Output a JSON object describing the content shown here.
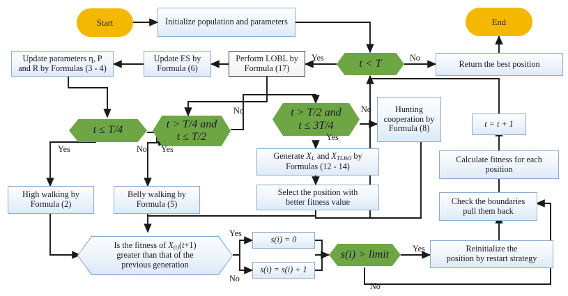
{
  "diagram": {
    "title": "Improved algorithm flowchart",
    "colors": {
      "terminator_fill": "#F5B800",
      "process_fill": "#EAF2FA",
      "process_border": "#8BADD1",
      "decision_green": "#6FA644",
      "decision_blue_fill": "#E7F0F9",
      "line": "#1a1a1a"
    }
  },
  "nodes": {
    "start": "Start",
    "init": "Initialize  population and parameters",
    "end": "End",
    "return_best": "Return the best position",
    "update_params_l1": "Update parameters η, P",
    "update_params_l2": "and R by Formulas (3 - 4)",
    "update_es_l1": "Update ES by",
    "update_es_l2": "Formula (6)",
    "perform_lobl_l1": "Perform LOBL by",
    "perform_lobl_l2": "Formula (17)",
    "cond_t_lt_T": "t < T",
    "cond_t_le_T4": "t ≤ T/4",
    "cond_t_gt_T4_l1": "t > T/4 and",
    "cond_t_gt_T4_l2": "t ≤ T/2",
    "cond_t_gt_T2_l1": "t > T/2 and",
    "cond_t_gt_T2_l2": "t ≤ 3T/4",
    "hunting_l1": "Hunting",
    "hunting_l2": "cooperation by",
    "hunting_l3": "Formula (8)",
    "t_increment": "t = t + 1",
    "calc_fitness_l1": "Calculate fitness for each",
    "calc_fitness_l2": "position",
    "check_bounds_l1": "Check the boundaries",
    "check_bounds_l2": "pull them back",
    "high_walk_l1": "High walking by",
    "high_walk_l2": "Formula (2)",
    "belly_walk_l1": "Belly walking by",
    "belly_walk_l2": "Formula (5)",
    "generate_l1": "Generate XL and XTLBO by",
    "generate_l2": "Formulas (12 - 14)",
    "select_pos_l1": "Select the position with",
    "select_pos_l2": "better fitness value",
    "fitness_q_l1": "Is the fitness of X(i)(t+1)",
    "fitness_q_l2": "greater than that of the",
    "fitness_q_l3": "previous generation",
    "s_reset": "s(i) = 0",
    "s_incr": "s(i) = s(i) + 1",
    "cond_s_limit": "s(i) > limit",
    "reinit_l1": "Reinitialize the",
    "reinit_l2": "position by restart strategy"
  },
  "edge_labels": {
    "yes_t_lt_T": "Yes",
    "no_t_lt_T": "No",
    "yes_t_le_T4": "Yes",
    "no_t_le_T4": "No",
    "yes_t_gt_T4": "Yes",
    "no_t_gt_T4": "No",
    "yes_t_gt_T2": "Yes",
    "no_t_gt_T2": "No",
    "yes_fitness": "Yes",
    "no_fitness": "No",
    "yes_limit": "Yes",
    "no_limit": "No"
  }
}
